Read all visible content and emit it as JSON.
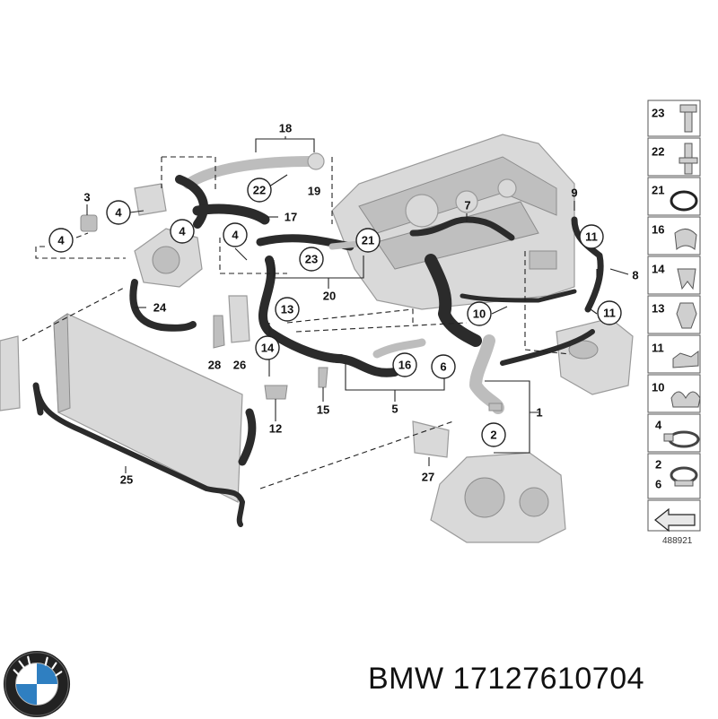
{
  "callouts": {
    "c1": "1",
    "c2": "2",
    "c3": "3",
    "c4": "4",
    "c5": "5",
    "c6": "6",
    "c7": "7",
    "c8": "8",
    "c9": "9",
    "c10": "10",
    "c11": "11",
    "c12": "12",
    "c13": "13",
    "c14": "14",
    "c15": "15",
    "c16": "16",
    "c17": "17",
    "c18": "18",
    "c19": "19",
    "c20": "20",
    "c21": "21",
    "c22": "22",
    "c23": "23",
    "c24": "24",
    "c25": "25",
    "c26": "26",
    "c27": "27",
    "c28": "28"
  },
  "legend": {
    "items": [
      "23",
      "22",
      "21",
      "16",
      "14",
      "13",
      "11",
      "10",
      "4",
      "2",
      "6"
    ]
  },
  "diagram_ref": "488921",
  "brand": "BMW",
  "part_number": "17127610704",
  "footer_text": "BMW 17127610704",
  "colors": {
    "hose": "#2b2b2b",
    "part_fill": "#d9d9d9",
    "logo_blue": "#2f7fc1"
  },
  "icons": [
    "bmw-logo",
    "bolt-icon",
    "o-ring-icon",
    "clip-icon",
    "hose-clamp-icon",
    "arrow-icon"
  ]
}
